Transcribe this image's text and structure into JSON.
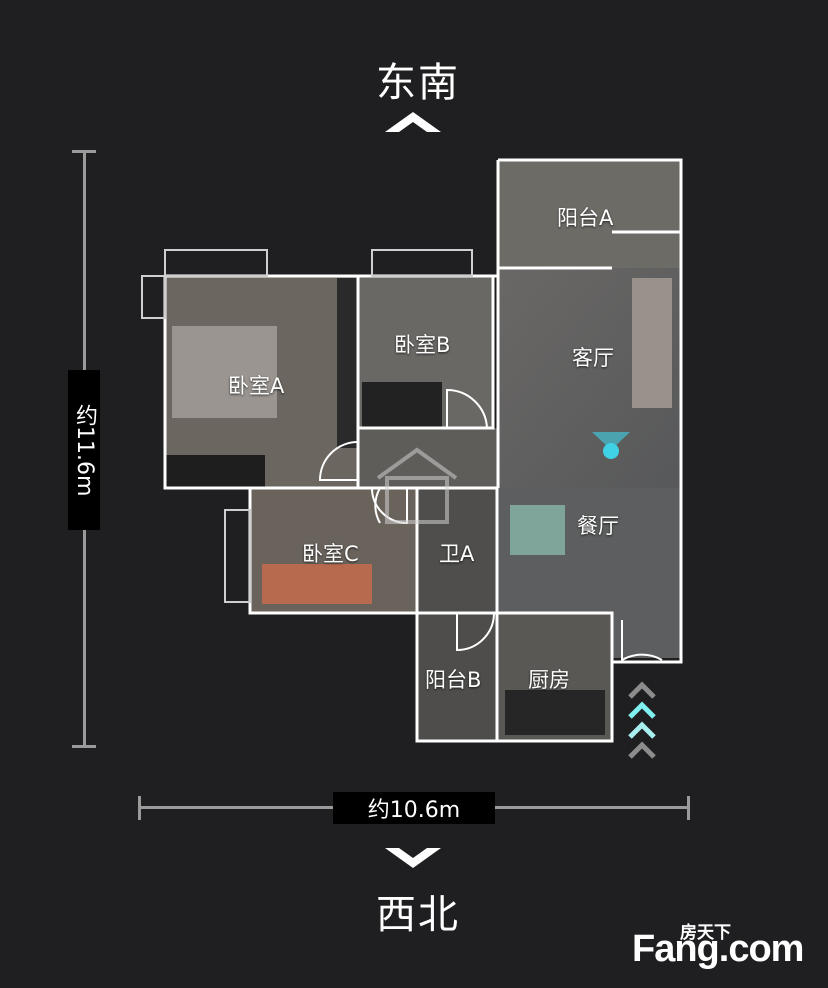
{
  "compass": {
    "top": "东南",
    "bottom": "西北"
  },
  "dimensions": {
    "height": "约11.6m",
    "width": "约10.6m"
  },
  "rooms": {
    "bedroom_a": "卧室A",
    "bedroom_b": "卧室B",
    "bedroom_c": "卧室C",
    "balcony_a": "阳台A",
    "balcony_b": "阳台B",
    "living_room": "客厅",
    "dining_room": "餐厅",
    "bathroom_a": "卫A",
    "kitchen": "厨房"
  },
  "watermark": {
    "top": "房天下",
    "main": "Fang.com"
  },
  "colors": {
    "background": "#1f1f21",
    "wall": "#ffffff",
    "marker": "#3fd2e6"
  }
}
